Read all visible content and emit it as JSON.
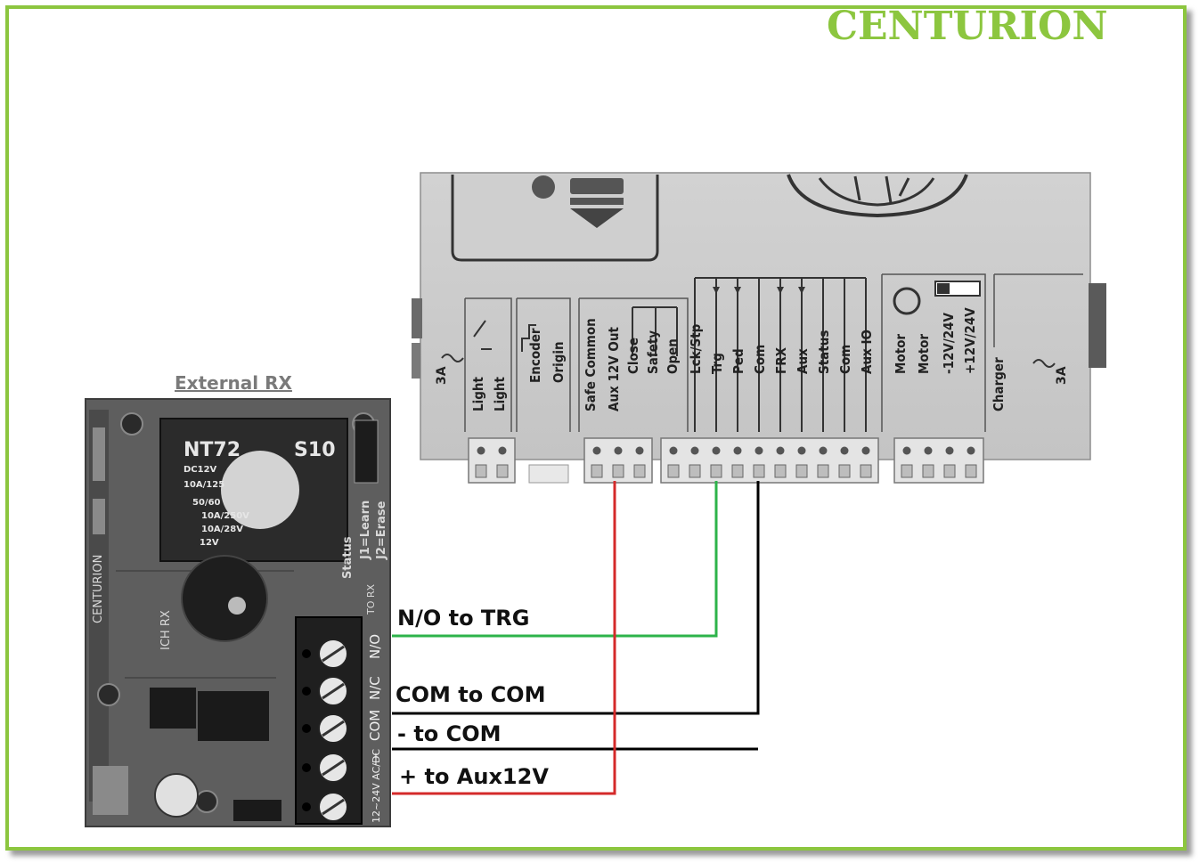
{
  "brand": {
    "logo_text": "CENTURION",
    "color": "#8cc63f"
  },
  "receiver": {
    "title": "External RX",
    "relay_model": "NT72",
    "relay_suffix": "S10",
    "relay_specs": [
      "DC12V",
      "10A/125",
      "50/60",
      "10A/250V",
      "10A/28V",
      "12V"
    ],
    "board_text": [
      "CENTURION",
      "ICH RX",
      "J1=Learn",
      "J2=Erase",
      "Status",
      "TO RX"
    ],
    "terminal_labels": [
      "N/O",
      "N/C",
      "COM",
      "—",
      "12~24V AC/DC"
    ]
  },
  "controller": {
    "fuse_left": "3A",
    "fuse_right": "3A",
    "terminals": [
      "Light",
      "Light",
      "Encoder",
      "Origin",
      "Safe Common",
      "Aux 12V Out",
      "Close",
      "Safety",
      "Open",
      "Lck/Stp",
      "Trg",
      "Ped",
      "Com",
      "FRX",
      "Aux",
      "Status",
      "Com",
      "Aux IO",
      "Motor",
      "Motor",
      "-12V/24V",
      "+12V/24V",
      "Charger"
    ]
  },
  "wires": [
    {
      "label": "N/O to TRG",
      "color": "#2db34a"
    },
    {
      "label": "COM to COM",
      "color": "#000000"
    },
    {
      "label": "- to COM",
      "color": "#000000"
    },
    {
      "label": "+ to Aux12V",
      "color": "#d42a2a"
    }
  ]
}
